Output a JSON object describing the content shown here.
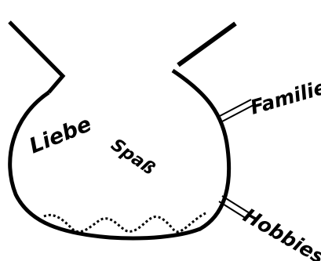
{
  "labels": {
    "inside_left": "Liebe",
    "inside_center": "Spaß",
    "side_upper": "Familie",
    "side_lower": "Hobbies"
  },
  "colors": {
    "ink": "#000000",
    "background": "#ffffff"
  }
}
